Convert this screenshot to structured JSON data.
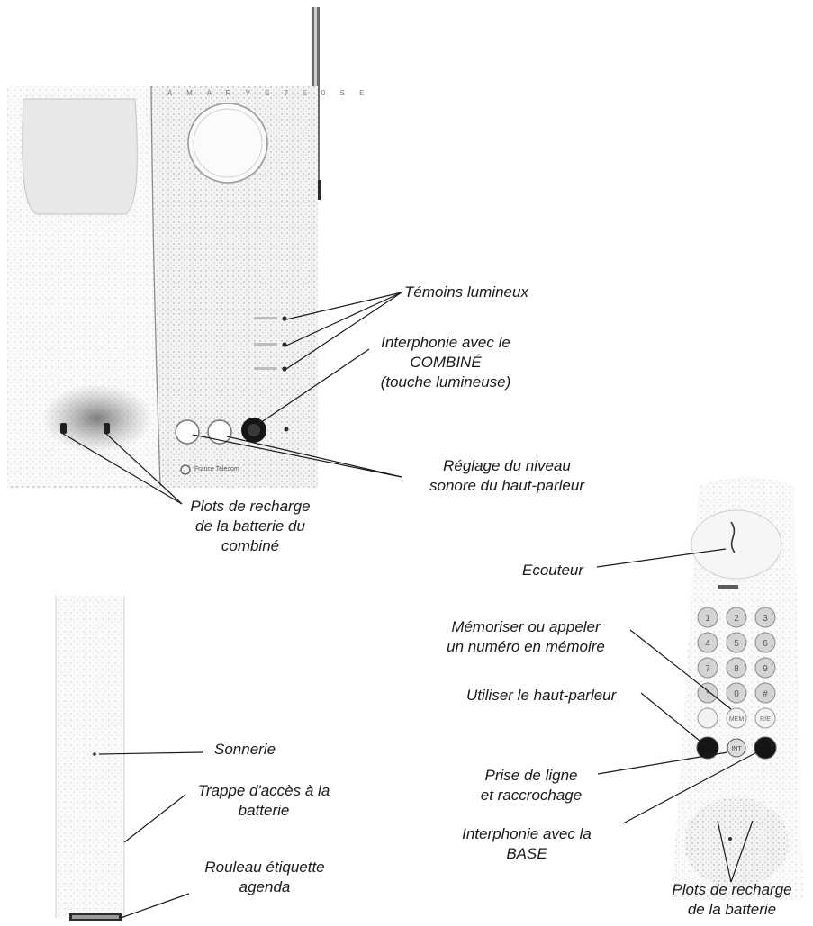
{
  "base": {
    "brand_text": "A M A R Y S   7 5 0   S E",
    "footer_brand": "France Telecom"
  },
  "handset": {
    "keys": [
      "1",
      "2",
      "3",
      "4",
      "5",
      "6",
      "7",
      "8",
      "9",
      "*",
      "0",
      "#"
    ],
    "function_keys": [
      "",
      "MEM",
      "R/E"
    ],
    "bottom_keys": [
      "",
      "INT",
      ""
    ]
  },
  "labels": {
    "temoins": "Témoins lumineux",
    "interphonie_combine": [
      "Interphonie avec le",
      "COMBINÉ",
      "(touche lumineuse)"
    ],
    "reglage": [
      "Réglage du niveau",
      "sonore du haut-parleur"
    ],
    "plots_combine": [
      "Plots de recharge",
      "de la batterie du",
      "combiné"
    ],
    "ecouteur": "Ecouteur",
    "memoriser": [
      "Mémoriser ou appeler",
      "un numéro en mémoire"
    ],
    "haut_parleur": "Utiliser le haut-parleur",
    "prise_ligne": [
      "Prise de ligne",
      "et raccrochage"
    ],
    "interphonie_base": [
      "Interphonie avec la",
      "BASE"
    ],
    "plots_batterie": [
      "Plots de recharge",
      "de la batterie"
    ],
    "sonnerie": "Sonnerie",
    "trappe": [
      "Trappe d'accès à la",
      "batterie"
    ],
    "rouleau": [
      "Rouleau étiquette",
      "agenda"
    ]
  }
}
